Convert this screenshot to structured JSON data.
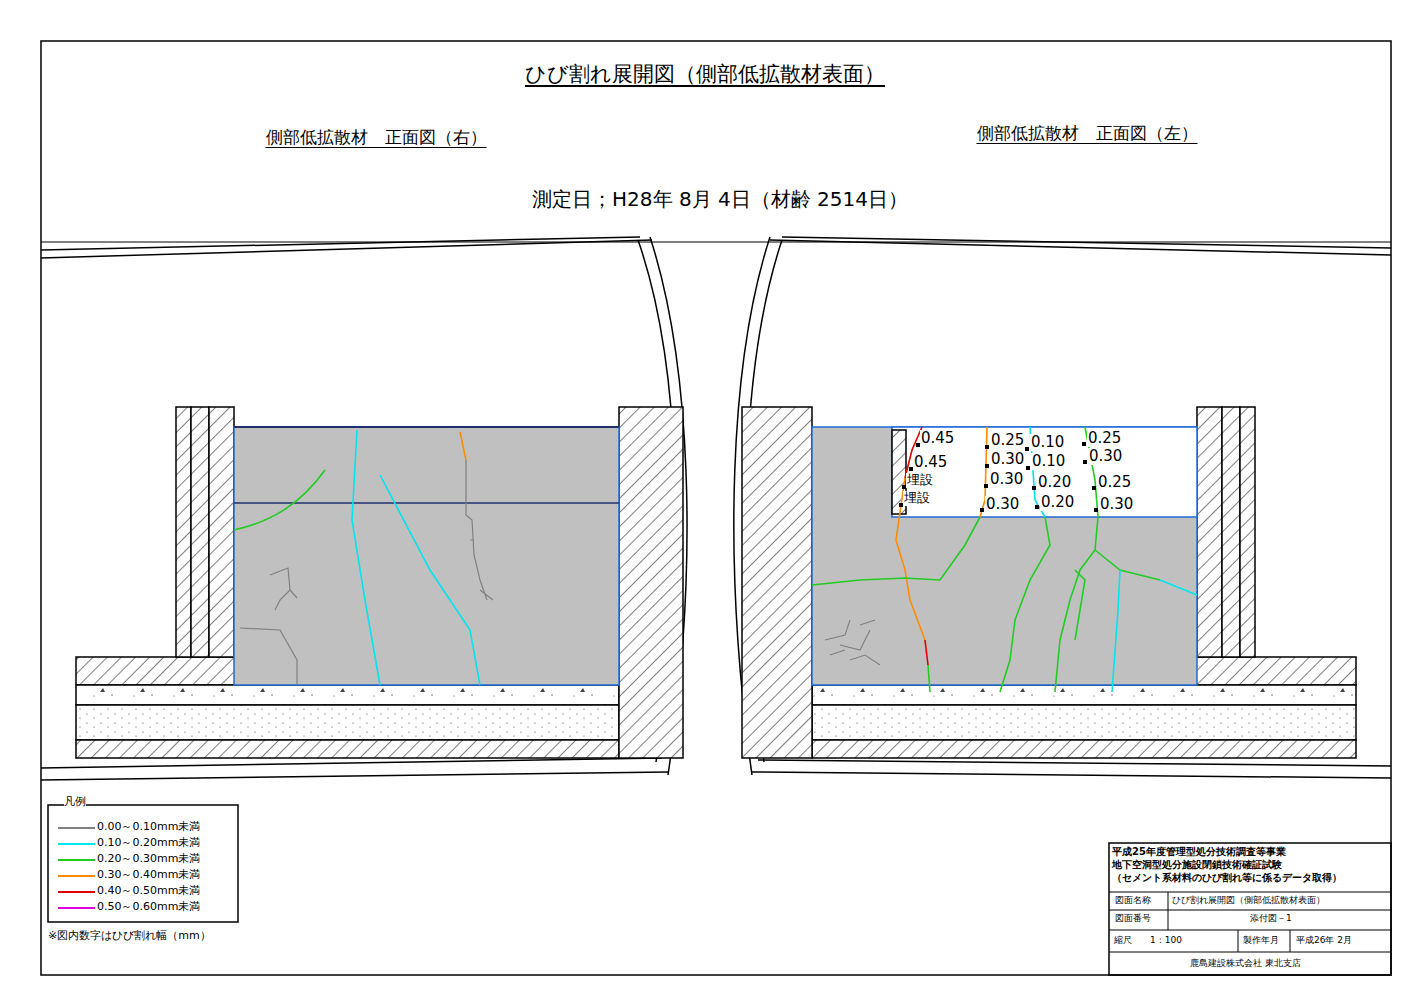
{
  "diagram": {
    "title": "ひび割れ展開図（側部低拡散材表面）",
    "labels": [
      "側部低拡散材　正面図（右）",
      "側部低拡散材　正面図（左）",
      "測定日；H28年 8月 4日（材齢 2514日）",
      "0.45",
      "0.45",
      "埋設",
      "埋設",
      "0.25",
      "0.30",
      "0.30",
      "0.30",
      "0.10",
      "0.10",
      "0.20",
      "0.20",
      "0.25",
      "0.30",
      "0.25",
      "0.30",
      "凡例",
      "※図内数字はひび割れ幅（mm）",
      "平成25年度管理型処分技術調査等事業",
      "地下空洞型処分施設閉鎖技術確証試験",
      "（セメント系材料のひび割れ等に係るデータ取得）",
      "図面名称",
      "ひび割れ展開図（側部低拡散材表面）",
      "図面番号",
      "添付図－1",
      "縮尺",
      "1：100",
      "製作年月",
      "平成26年 2月",
      "鹿島建設株式会社 東北支店"
    ],
    "legend": [
      {
        "text": "0.00～0.10mm未満",
        "color": "#808080"
      },
      {
        "text": "0.10～0.20mm未満",
        "color": "#00e5ee"
      },
      {
        "text": "0.20～0.30mm未満",
        "color": "#22cc22"
      },
      {
        "text": "0.30～0.40mm未満",
        "color": "#ff8c00"
      },
      {
        "text": "0.40～0.50mm未満",
        "color": "#e00000"
      },
      {
        "text": "0.50～0.60mm未満",
        "color": "#e000e0"
      }
    ]
  }
}
